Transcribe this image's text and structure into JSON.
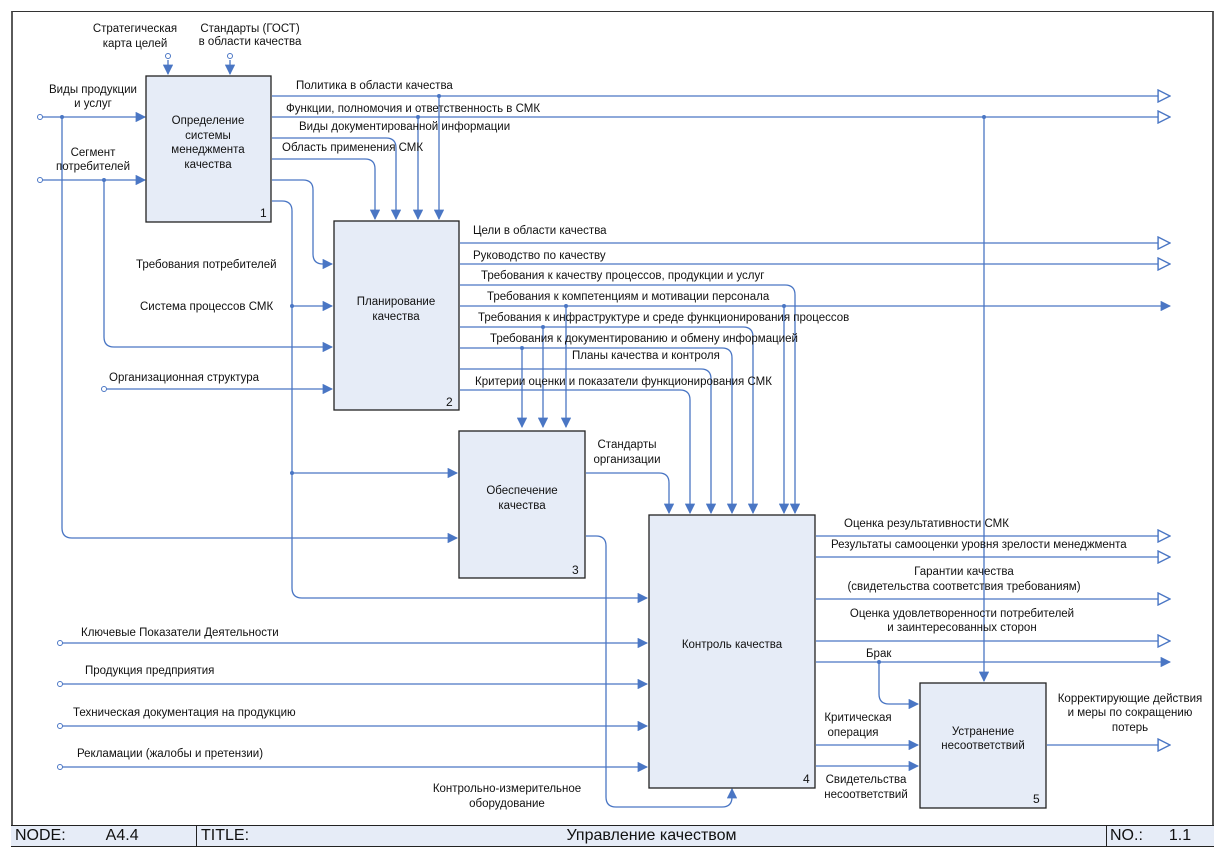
{
  "colors": {
    "arrow": "#4a76c4",
    "box_fill": "#e6ecf7",
    "box_stroke": "#222222"
  },
  "boxes": [
    {
      "id": 1,
      "label_lines": [
        "Определение",
        "системы",
        "менеджмента",
        "качества"
      ],
      "number": "1"
    },
    {
      "id": 2,
      "label_lines": [
        "Планирование",
        "качества"
      ],
      "number": "2"
    },
    {
      "id": 3,
      "label_lines": [
        "Обеспечение",
        "качества"
      ],
      "number": "3"
    },
    {
      "id": 4,
      "label_lines": [
        "Контроль качества"
      ],
      "number": "4"
    },
    {
      "id": 5,
      "label_lines": [
        "Устранение",
        "несоответствий"
      ],
      "number": "5"
    }
  ],
  "controls_top": [
    {
      "lines": [
        "Стратегическая",
        "карта целей"
      ]
    },
    {
      "lines": [
        "Стандарты (ГОСТ)",
        "в области качества"
      ]
    }
  ],
  "inputs_left": [
    {
      "lines": [
        "Виды продукции",
        "и услуг"
      ]
    },
    {
      "lines": [
        "Сегмент",
        "потребителей"
      ]
    },
    {
      "lines": [
        "Требования потребителей"
      ]
    },
    {
      "lines": [
        "Система процессов СМК"
      ]
    },
    {
      "lines": [
        "Организационная структура"
      ]
    },
    {
      "lines": [
        "Ключевые Показатели Деятельности"
      ]
    },
    {
      "lines": [
        "Продукция предприятия"
      ]
    },
    {
      "lines": [
        "Техническая документация на продукцию"
      ]
    },
    {
      "lines": [
        "Рекламации (жалобы и претензии)"
      ]
    }
  ],
  "box1_outputs": [
    "Политика в области качества",
    "Функции, полномочия и ответственность в СМК",
    "Виды документированной информации",
    "Область применения СМК"
  ],
  "box2_outputs": [
    "Цели в области качества",
    "Руководство по качеству",
    "Требования к качеству процессов, продукции и услуг",
    "Требования к компетенциям и мотивации персонала",
    "Требования к инфраструктуре и среде функционирования процессов",
    "Требования к документированию и обмену информацией",
    "Планы качества и контроля",
    "Критерии оценки и показатели функционирования СМК"
  ],
  "box3_outputs": [
    {
      "lines": [
        "Стандарты",
        "организации"
      ]
    }
  ],
  "box4_outputs": [
    {
      "lines": [
        "Оценка результативности СМК"
      ]
    },
    {
      "lines": [
        "Результаты самооценки уровня зрелости менеджмента"
      ]
    },
    {
      "lines": [
        "Гарантии качества",
        "(свидетельства соответствия требованиям)"
      ]
    },
    {
      "lines": [
        "Оценка удовлетворенности потребителей",
        "и заинтересованных сторон"
      ]
    },
    {
      "lines": [
        "Брак"
      ]
    },
    {
      "lines": [
        "Критическая",
        "операция"
      ]
    },
    {
      "lines": [
        "Свидетельства",
        "несоответствий"
      ]
    }
  ],
  "mechanism": {
    "lines": [
      "Контрольно-измерительное",
      "оборудование"
    ]
  },
  "box5_outputs": [
    {
      "lines": [
        "Корректирующие действия",
        "и меры по сокращению",
        "потерь"
      ]
    }
  ],
  "footer": {
    "node_label": "NODE:",
    "node_value": "A4.4",
    "title_label": "TITLE:",
    "title_value": "Управление качеством",
    "no_label": "NO.:",
    "no_value": "1.1"
  }
}
